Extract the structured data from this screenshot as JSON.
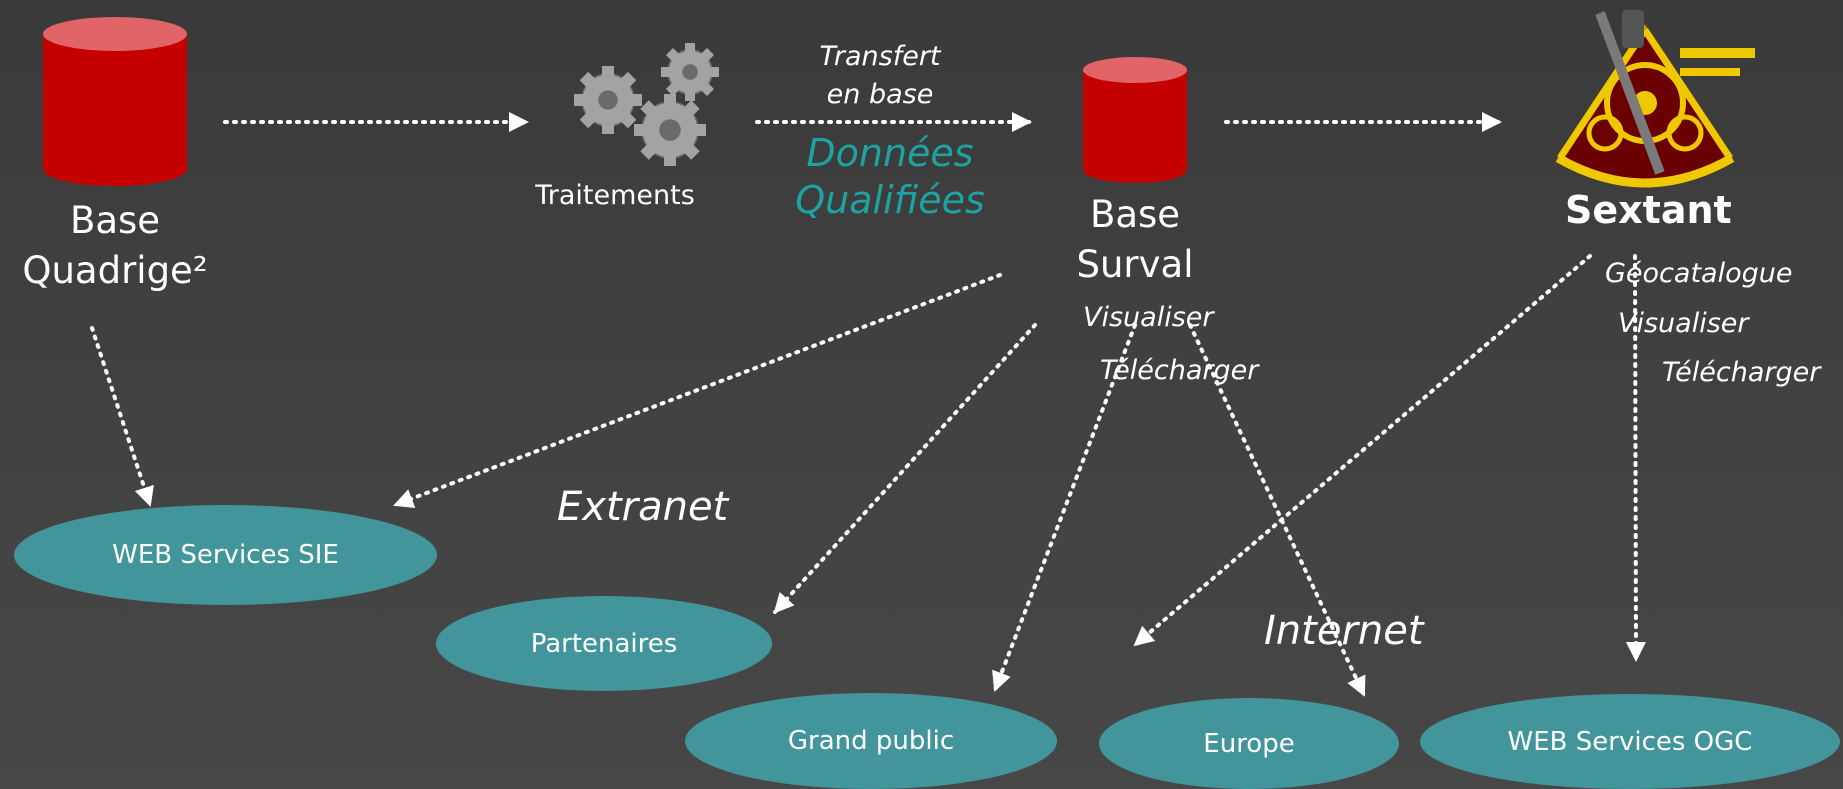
{
  "nodes": {
    "quadrige": {
      "line1": "Base",
      "line2": "Quadrige²"
    },
    "traitements": {
      "label": "Traitements"
    },
    "surval": {
      "line1": "Base",
      "line2": "Surval"
    },
    "sextant": {
      "label": "Sextant"
    }
  },
  "edge_labels": {
    "transfert_line1": "Transfert",
    "transfert_line2": "en base",
    "qualified_line1": "Données",
    "qualified_line2": "Qualifiées",
    "surval_visualiser": "Visualiser",
    "surval_telecharger": "Télécharger",
    "sextant_geocatalogue": "Géocatalogue",
    "sextant_visualiser": "Visualiser",
    "sextant_telecharger": "Télécharger"
  },
  "zones": {
    "extranet": "Extranet",
    "internet": "Internet"
  },
  "targets": {
    "ws_sie": "WEB Services SIE",
    "partenaires": "Partenaires",
    "grand_public": "Grand public",
    "europe": "Europe",
    "ws_ogc": "WEB Services OGC"
  },
  "colors": {
    "cylinder": "#c40000",
    "cylinder_top": "#e06468",
    "ellipse": "#43959c",
    "accent_text": "#1ea3a3",
    "arrow": "#ffffff"
  }
}
